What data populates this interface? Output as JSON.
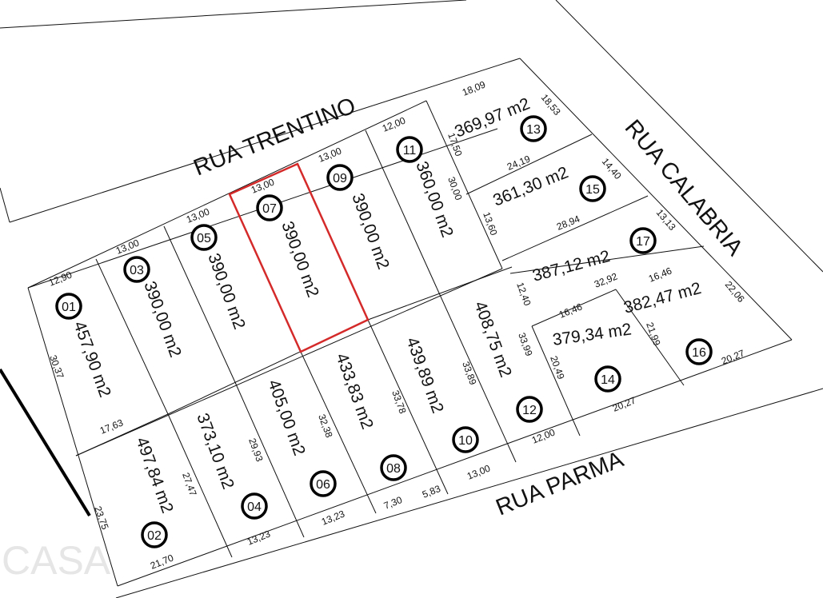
{
  "streets": {
    "trentino": "RUA TRENTINO",
    "calabria": "RUA CALABRIA",
    "parma": "RUA PARMA"
  },
  "highlight_color": "#d42a2a",
  "watermark": "CASA",
  "lots": [
    {
      "id": "01",
      "area": "457,90 m2"
    },
    {
      "id": "02",
      "area": "497,84 m2"
    },
    {
      "id": "03",
      "area": "390,00 m2"
    },
    {
      "id": "04",
      "area": "373,10 m2"
    },
    {
      "id": "05",
      "area": "390,00 m2"
    },
    {
      "id": "06",
      "area": "405,00 m2"
    },
    {
      "id": "07",
      "area": "390,00 m2",
      "highlighted": true
    },
    {
      "id": "08",
      "area": "433,83 m2"
    },
    {
      "id": "09",
      "area": "390,00 m2"
    },
    {
      "id": "10",
      "area": "439,89 m2"
    },
    {
      "id": "11",
      "area": "360,00 m2"
    },
    {
      "id": "12",
      "area": "408,75 m2"
    },
    {
      "id": "13",
      "area": "369,97 m2"
    },
    {
      "id": "14",
      "area": "379,34 m2"
    },
    {
      "id": "15",
      "area": "361,30 m2"
    },
    {
      "id": "16",
      "area": "382,47 m2"
    },
    {
      "id": "17",
      "area": "387,12 m2"
    }
  ],
  "dims": [
    "12,90",
    "13,00",
    "13,00",
    "13,00",
    "13,00",
    "12,00",
    "18,09",
    "18,53",
    "17,50",
    "30,00",
    "24,19",
    "14,40",
    "13,60",
    "28,94",
    "13,13",
    "12,40",
    "32,92",
    "16,46",
    "22,06",
    "16,46",
    "33,99",
    "21,99",
    "20,49",
    "20,27",
    "20,27",
    "30,37",
    "17,63",
    "27,47",
    "29,93",
    "32,38",
    "33,78",
    "33,89",
    "12,00",
    "13,00",
    "5,83",
    "7,30",
    "13,23",
    "13,23",
    "21,70",
    "23,75"
  ]
}
